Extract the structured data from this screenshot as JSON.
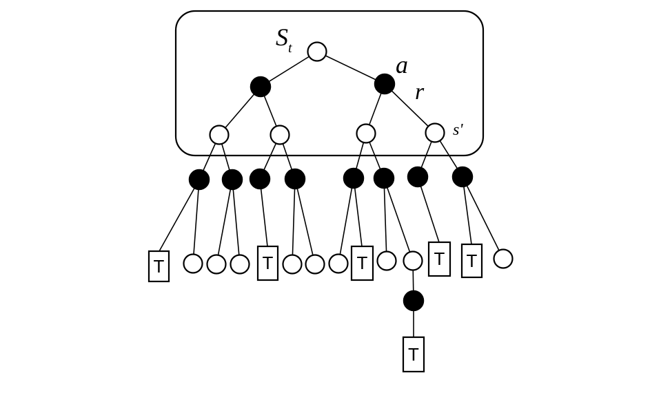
{
  "diagram": {
    "labels": {
      "state_main": "S",
      "state_sub": "t",
      "action": "a",
      "reward": "r",
      "next_state": "s'"
    },
    "terminal_label": "T",
    "colors": {
      "line": "#000000",
      "state_fill": "#ffffff",
      "action_fill": "#000000",
      "background": "#ffffff"
    }
  }
}
